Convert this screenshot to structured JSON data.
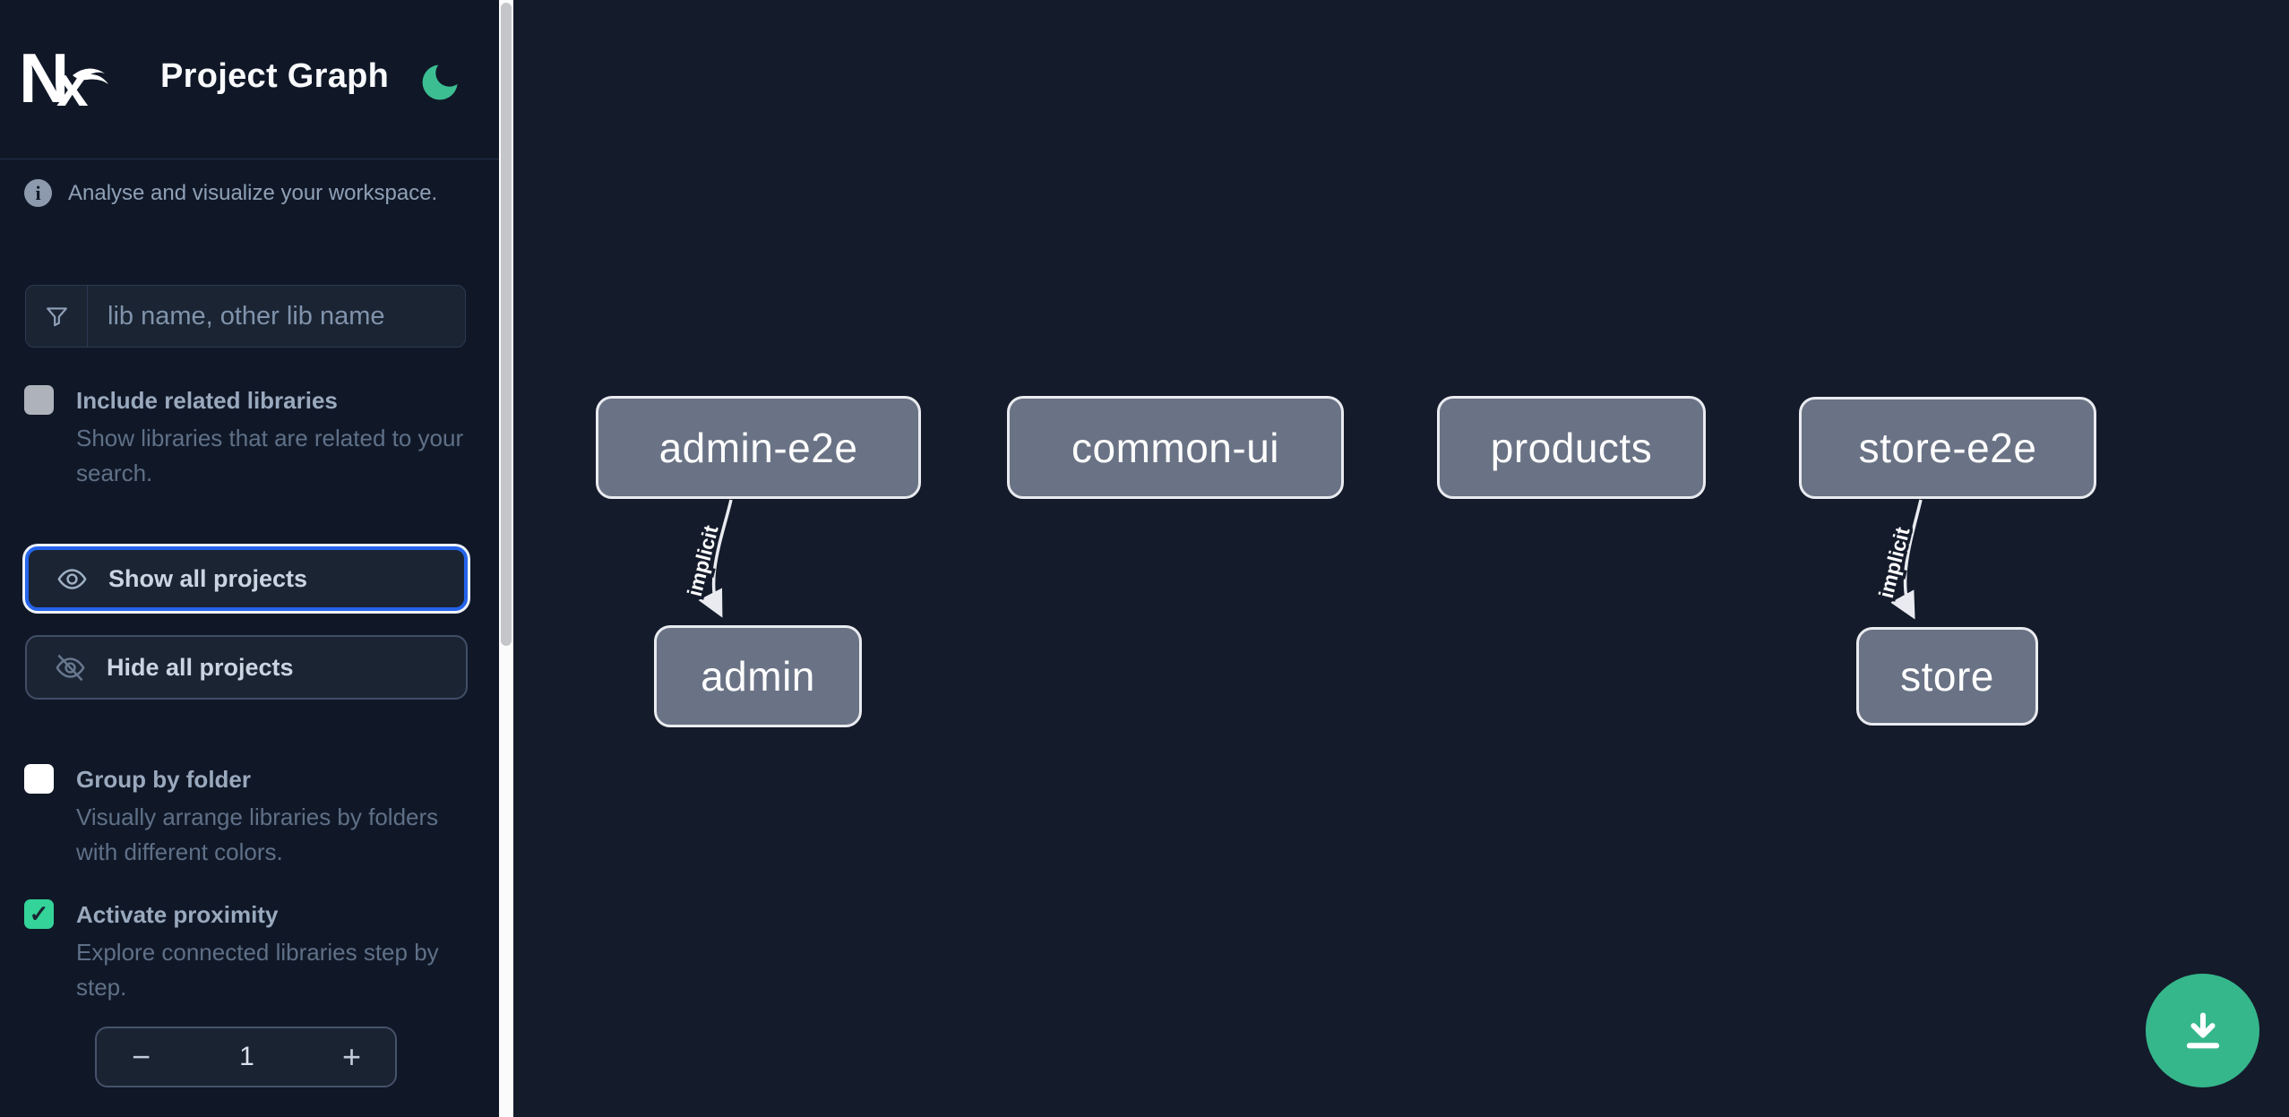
{
  "app": {
    "logo_text": "Nx",
    "title": "Project Graph"
  },
  "intro": {
    "text": "Analyse and visualize your workspace."
  },
  "search": {
    "placeholder": "lib name, other lib name"
  },
  "options": {
    "include_related": {
      "label": "Include related libraries",
      "description": "Show libraries that are related to your search.",
      "checked": false,
      "disabled": true
    },
    "group_by_folder": {
      "label": "Group by folder",
      "description": "Visually arrange libraries by folders with different colors.",
      "checked": false
    },
    "activate_proximity": {
      "label": "Activate proximity",
      "description": "Explore connected libraries step by step.",
      "checked": true,
      "check_glyph": "✓"
    }
  },
  "buttons": {
    "show_all": "Show all projects",
    "hide_all": "Hide all projects"
  },
  "stepper": {
    "decrement": "−",
    "value": "1",
    "increment": "+"
  },
  "graph": {
    "nodes": [
      {
        "id": "admin-e2e",
        "label": "admin-e2e"
      },
      {
        "id": "common-ui",
        "label": "common-ui"
      },
      {
        "id": "products",
        "label": "products"
      },
      {
        "id": "store-e2e",
        "label": "store-e2e"
      },
      {
        "id": "admin",
        "label": "admin"
      },
      {
        "id": "store",
        "label": "store"
      }
    ],
    "edges": [
      {
        "source": "admin-e2e",
        "target": "admin",
        "label": "implicit",
        "type": "implicit"
      },
      {
        "source": "store-e2e",
        "target": "store",
        "label": "implicit",
        "type": "implicit"
      }
    ]
  },
  "fab": {
    "action": "download-graph-image"
  },
  "colors": {
    "sidebar_bg": "#101828",
    "canvas_bg": "#141b2b",
    "node_fill": "#6a7385",
    "node_border": "#e9ebf0",
    "brand_green_moon": "#3cbe92",
    "fab_green": "#35b78b",
    "checkbox_green": "#34d399",
    "focus_blue": "#2563eb",
    "label_text": "#9aa9bd",
    "description_text": "#5f7087",
    "button_text": "#cbd5e1"
  }
}
